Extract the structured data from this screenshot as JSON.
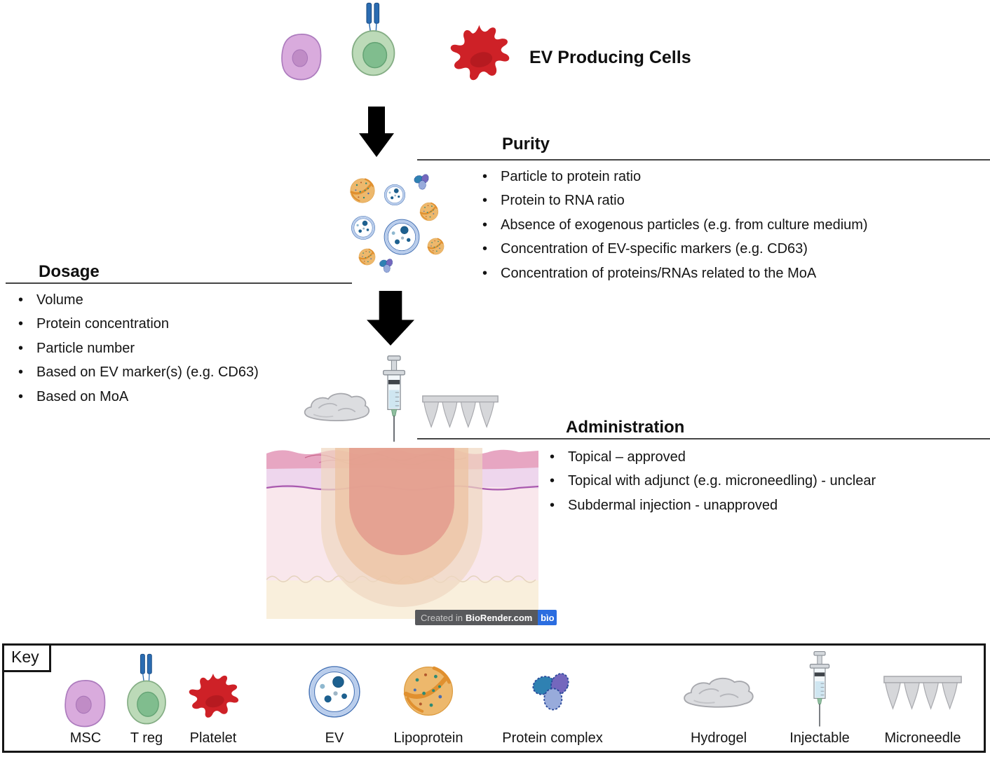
{
  "diagram": {
    "producing_cells_label": "EV Producing Cells",
    "purity": {
      "title": "Purity",
      "items": [
        "Particle to protein ratio",
        "Protein to RNA ratio",
        "Absence of exogenous particles (e.g. from culture medium)",
        "Concentration of EV-specific markers (e.g. CD63)",
        "Concentration of proteins/RNAs related to the MoA"
      ]
    },
    "dosage": {
      "title": "Dosage",
      "items": [
        "Volume",
        "Protein concentration",
        "Particle number",
        "Based on EV marker(s) (e.g. CD63)",
        "Based on MoA"
      ]
    },
    "administration": {
      "title": "Administration",
      "items": [
        "Topical – approved",
        "Topical with adjunct (e.g. microneedling) - unclear",
        "Subdermal injection - unapproved"
      ]
    },
    "badge": {
      "prefix": "Created in",
      "brand": "BioRender.com",
      "logo_text": "bìo"
    },
    "key": {
      "title": "Key",
      "items": [
        {
          "icon": "msc-cell-icon",
          "label": "MSC"
        },
        {
          "icon": "treg-cell-icon",
          "label": "T reg"
        },
        {
          "icon": "platelet-icon",
          "label": "Platelet"
        },
        {
          "icon": "ev-icon",
          "label": "EV"
        },
        {
          "icon": "lipoprotein-icon",
          "label": "Lipoprotein"
        },
        {
          "icon": "protein-complex-icon",
          "label": "Protein complex"
        },
        {
          "icon": "hydrogel-icon",
          "label": "Hydrogel"
        },
        {
          "icon": "injectable-icon",
          "label": "Injectable"
        },
        {
          "icon": "microneedle-icon",
          "label": "Microneedle"
        }
      ]
    },
    "colors": {
      "msc_purple": "#d9abdd",
      "treg_green": "#bcdab8",
      "platelet_red": "#ce2127",
      "ev_blue": "#4a76b8",
      "lipoprotein_orange": "#edb86c",
      "protein_complex_blue": "#2f81b2",
      "protein_complex_purple": "#7467bd",
      "hydrogel_gray": "#dcdde0",
      "skin_pink": "#e7a6c2",
      "biorender_blue": "#2b6de0",
      "arrow_black": "#000000"
    }
  }
}
